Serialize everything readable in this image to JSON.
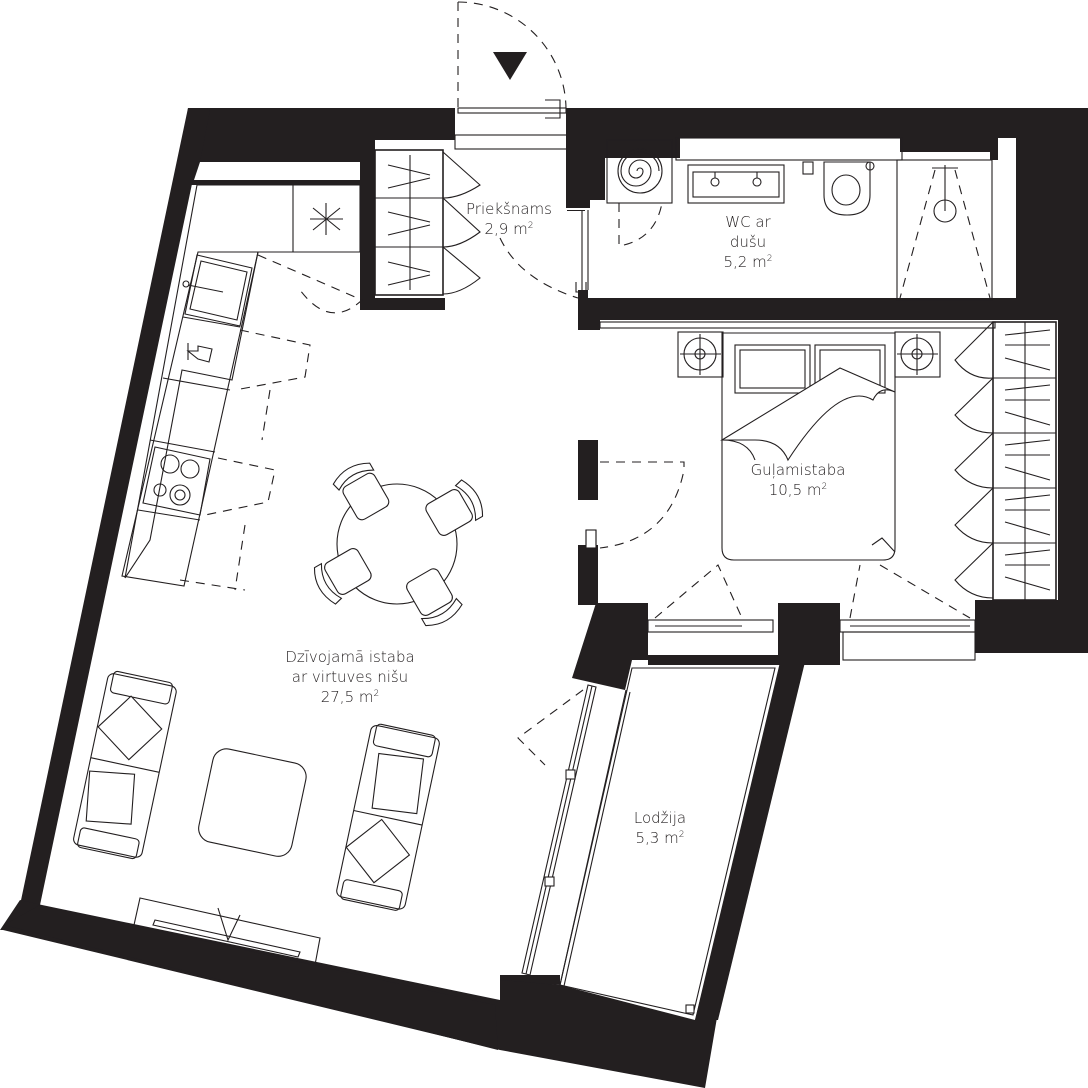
{
  "plan": {
    "wall_color": "#231f20",
    "background": "#ffffff",
    "entrance_marker": "triangle-down-icon",
    "rooms": [
      {
        "id": "hallway",
        "name_lines": [
          "Priekšnams"
        ],
        "area": "2,9",
        "unit": "m",
        "unit_exp": "2"
      },
      {
        "id": "bathroom",
        "name_lines": [
          "WC ar",
          "dušu"
        ],
        "area": "5,2",
        "unit": "m",
        "unit_exp": "2"
      },
      {
        "id": "bedroom",
        "name_lines": [
          "Guļamistaba"
        ],
        "area": "10,5",
        "unit": "m",
        "unit_exp": "2"
      },
      {
        "id": "living",
        "name_lines": [
          "Dzīvojamā istaba",
          "ar virtuves nišu"
        ],
        "area": "27,5",
        "unit": "m",
        "unit_exp": "2"
      },
      {
        "id": "loggia",
        "name_lines": [
          "Lodžija"
        ],
        "area": "5,3",
        "unit": "m",
        "unit_exp": "2"
      }
    ]
  }
}
